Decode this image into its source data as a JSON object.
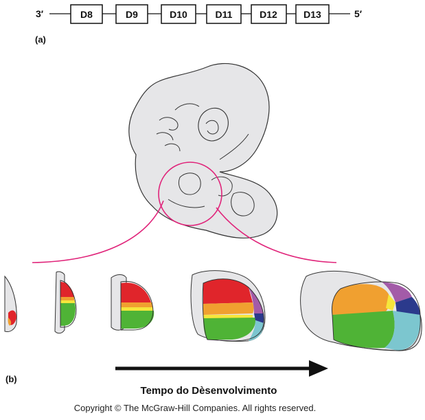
{
  "gene_map": {
    "end_left": "3′",
    "end_right": "5′",
    "genes": [
      "D8",
      "D9",
      "D10",
      "D11",
      "D12",
      "D13"
    ]
  },
  "panel_a_label": "(a)",
  "panel_b_label": "(b)",
  "arrow_caption": "Tempo do Dèsenvolvimento",
  "copyright": "Copyright © The McGraw-Hill Companies. All rights reserved.",
  "colors": {
    "red": "#e0252b",
    "orange": "#f0a030",
    "yellow": "#f5e63c",
    "green": "#4fb336",
    "purple": "#a35ba8",
    "navy": "#2b3a8c",
    "cyan": "#7cc6cf",
    "tissue": "#e6e6e8",
    "magenta": "#e0247a"
  }
}
